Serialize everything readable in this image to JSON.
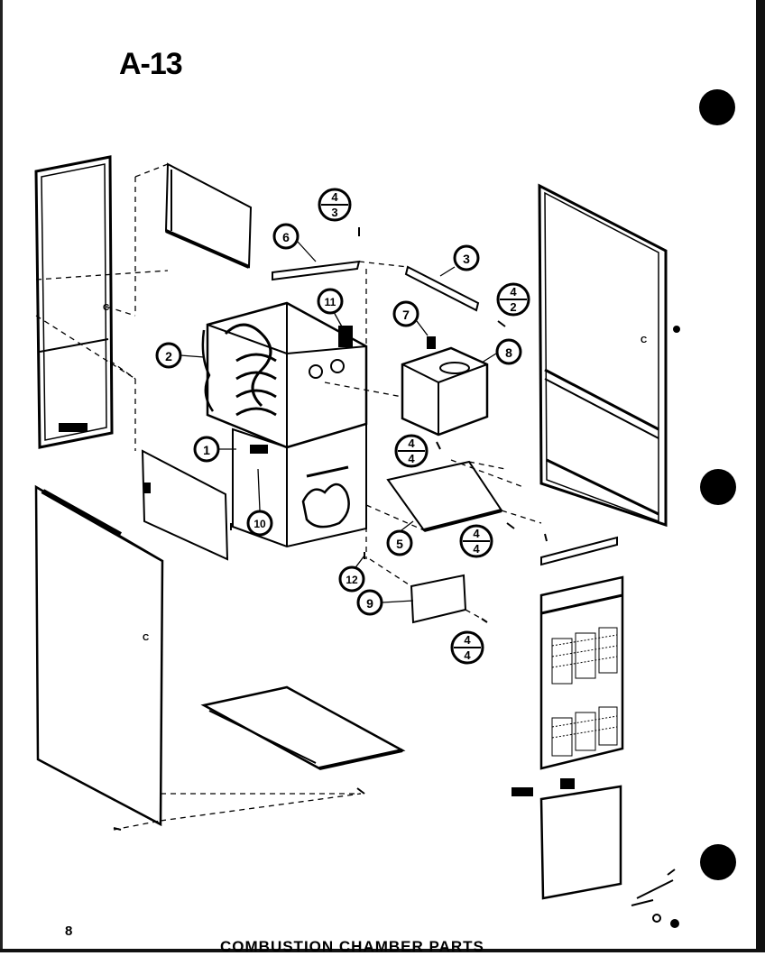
{
  "sheet": {
    "title": "A-13",
    "page_number": "8",
    "caption": "COMBUSTION CHAMBER PARTS"
  },
  "callouts": [
    "1",
    "2",
    "3",
    "5",
    "6",
    "7",
    "8",
    "9",
    "10",
    "11",
    "12"
  ],
  "fractions": [
    {
      "num": "4",
      "den": "3"
    },
    {
      "num": "4",
      "den": "2"
    },
    {
      "num": "4",
      "den": "4"
    },
    {
      "num": "4",
      "den": "4"
    },
    {
      "num": "4",
      "den": "4"
    }
  ],
  "markers": [
    "C",
    "C",
    "C"
  ]
}
